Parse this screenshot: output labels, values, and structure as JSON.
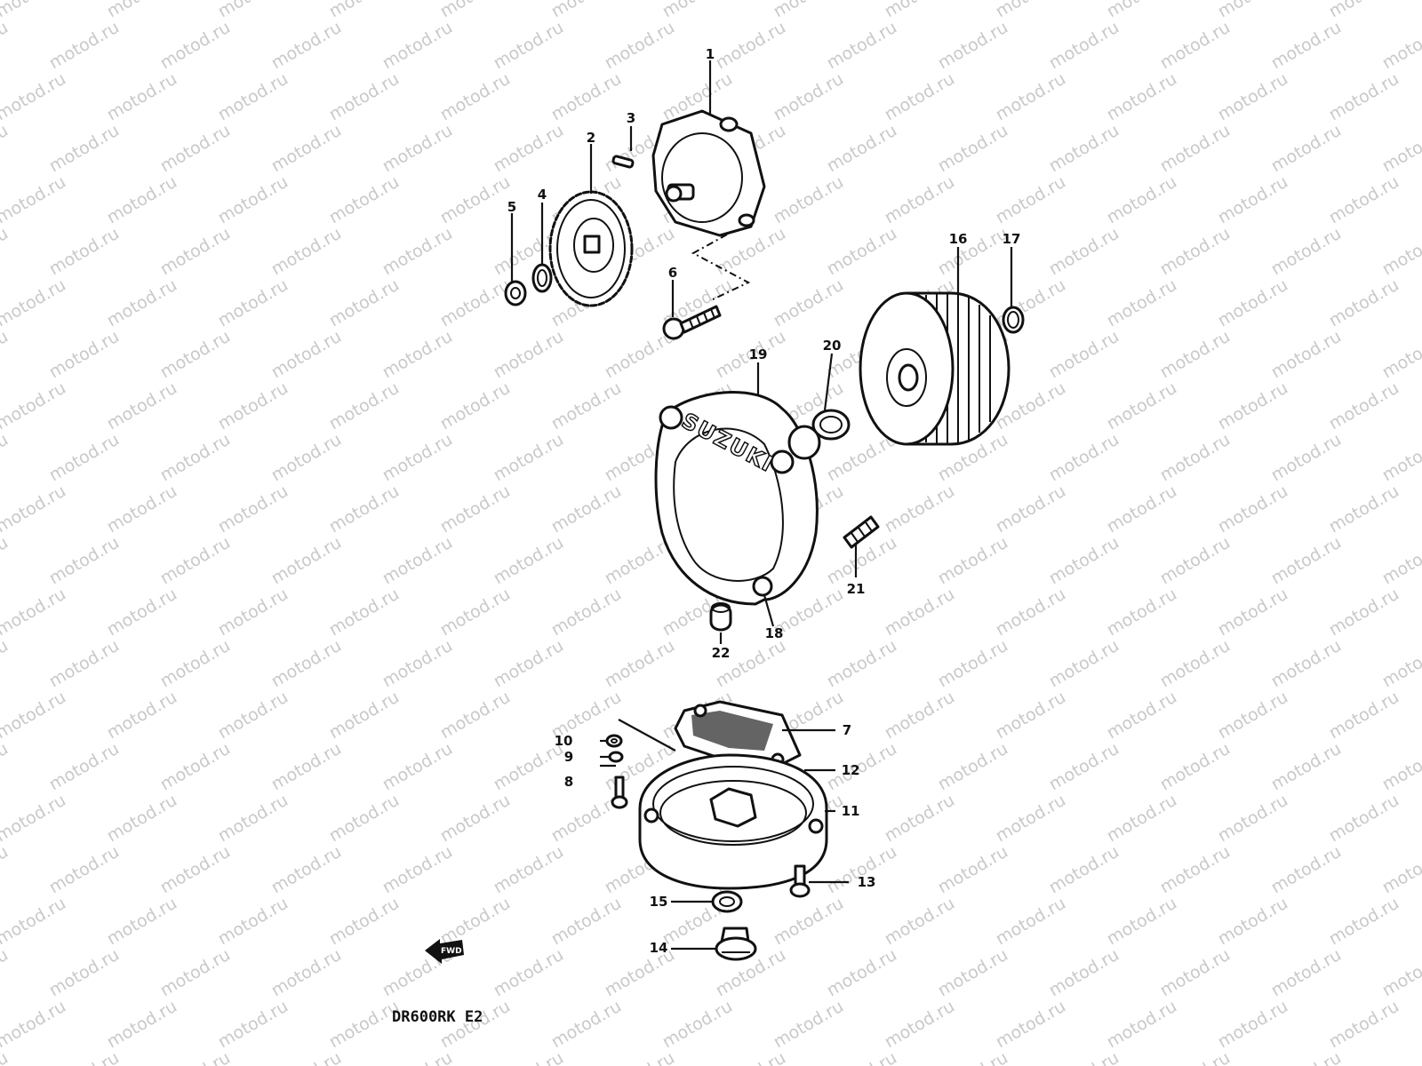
{
  "watermark": "motod.ru",
  "brand_logo": "SUZUKI",
  "model_label": "DR600RK E2",
  "forward_arrow_label": "FWD",
  "callouts": [
    "1",
    "2",
    "3",
    "4",
    "5",
    "6",
    "7",
    "8",
    "9",
    "10",
    "11",
    "12",
    "13",
    "14",
    "15",
    "16",
    "17",
    "18",
    "19",
    "20",
    "21",
    "22"
  ],
  "colors": {
    "line": "#111111",
    "background": "#ffffff",
    "watermark": "#c9c9c9"
  }
}
